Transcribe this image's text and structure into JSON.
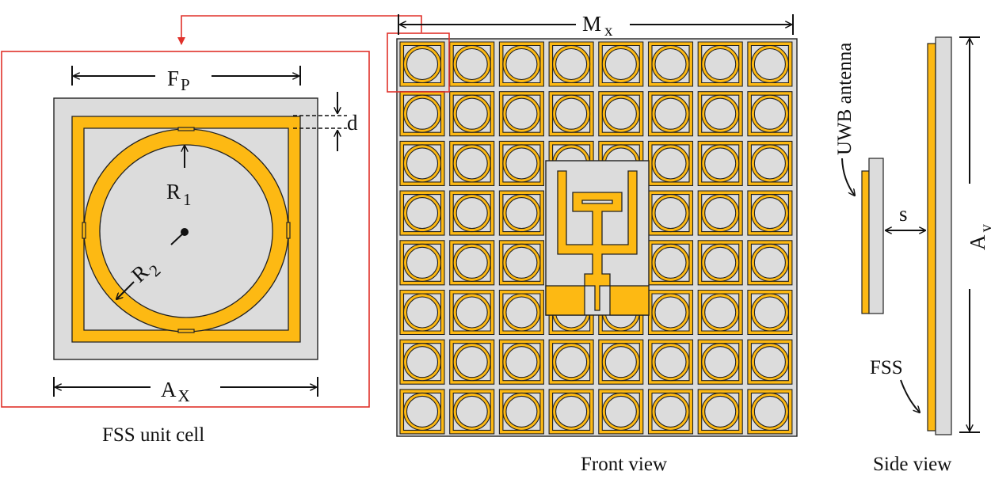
{
  "captions": {
    "unit_cell": "FSS unit cell",
    "front_view": "Front view",
    "side_view": "Side view"
  },
  "dimensions": {
    "fp": {
      "main": "F",
      "sub": "P"
    },
    "ax": {
      "main": "A",
      "sub": "X"
    },
    "mx": {
      "main": "M",
      "sub": "x"
    },
    "ay": {
      "main": "A",
      "sub": "y"
    },
    "r1": {
      "main": "R",
      "sub": "1"
    },
    "r2": {
      "main": "R",
      "sub": "2"
    },
    "d": "d",
    "s": "s"
  },
  "side_labels": {
    "antenna": "UWB antenna",
    "fss": "FSS"
  },
  "fss_array": {
    "rows": 8,
    "cols": 8
  },
  "colors": {
    "metal": "#FDB913",
    "substrate": "#DCDCDC",
    "outline": "#222222",
    "highlight": "#E0312A"
  }
}
